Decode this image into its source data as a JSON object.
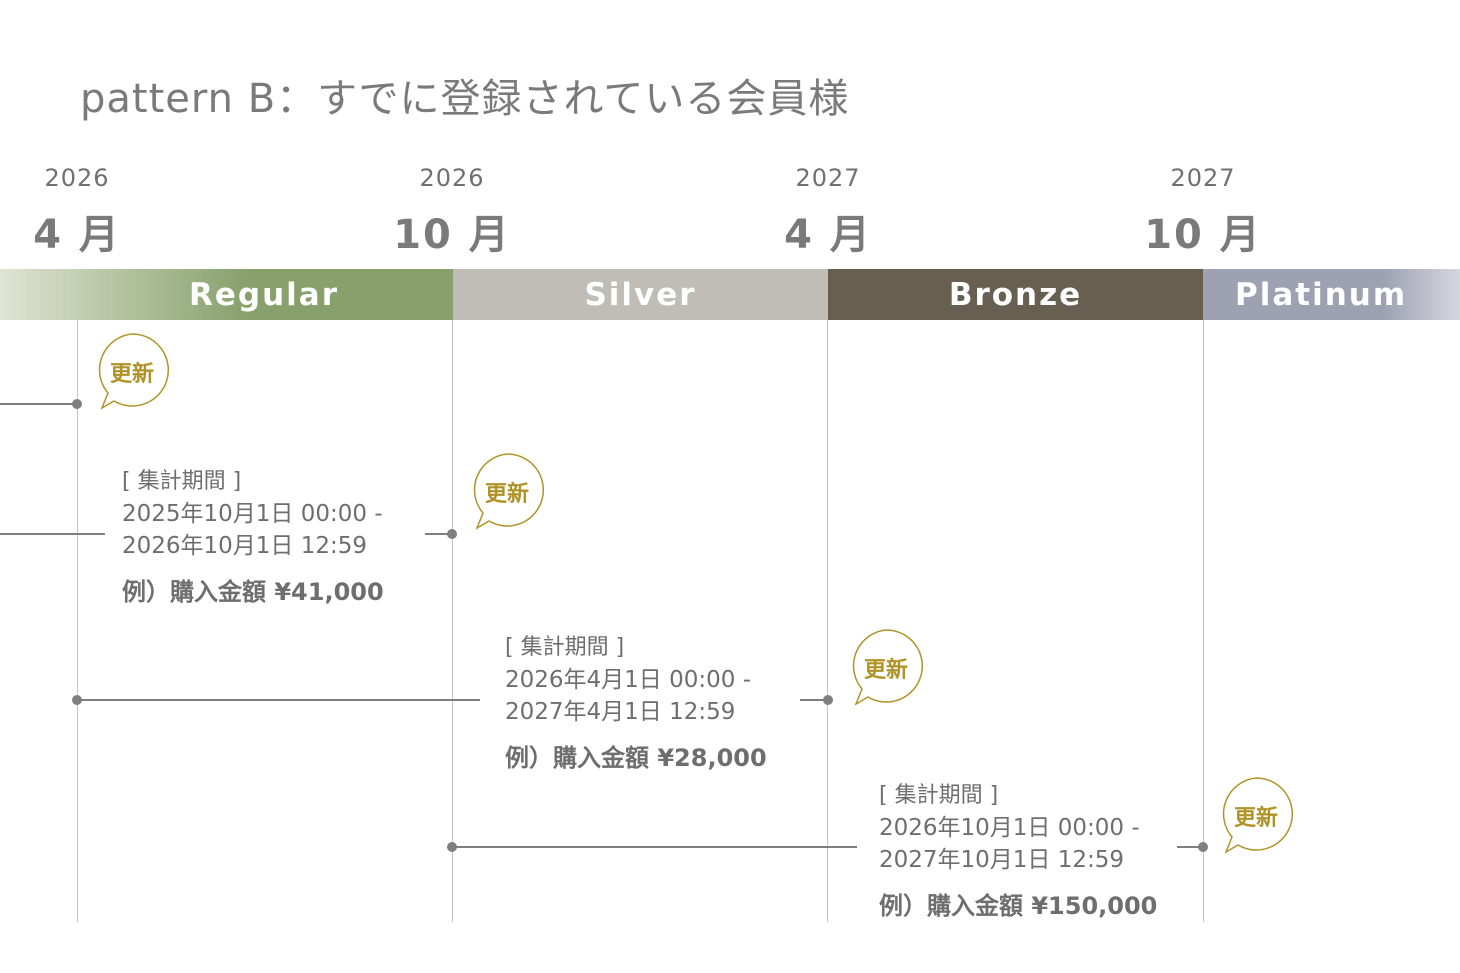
{
  "title": "pattern B：すでに登録されている会員様",
  "columns": [
    {
      "year": "2026",
      "month": "4 月"
    },
    {
      "year": "2026",
      "month": "10 月"
    },
    {
      "year": "2027",
      "month": "4 月"
    },
    {
      "year": "2027",
      "month": "10 月"
    }
  ],
  "tiers": [
    {
      "label": "Regular",
      "color": "#87a06c"
    },
    {
      "label": "Silver",
      "color": "#bfbdb6"
    },
    {
      "label": "Bronze",
      "color": "#675f50"
    },
    {
      "label": "Platinum",
      "color": "#9da1b1"
    }
  ],
  "renewal_label": "更新",
  "renewal_color": "#b09328",
  "periods": [
    {
      "heading": "[ 集計期間 ]",
      "from": "2025年10月1日 00:00 -",
      "to": "2026年10月1日 12:59",
      "amount": "例）購入金額 ¥41,000"
    },
    {
      "heading": "[ 集計期間 ]",
      "from": "2026年4月1日 00:00 -",
      "to": "2027年4月1日 12:59",
      "amount": "例）購入金額 ¥28,000"
    },
    {
      "heading": "[ 集計期間 ]",
      "from": "2026年10月1日 00:00 -",
      "to": "2027年10月1日 12:59",
      "amount": "例）購入金額 ¥150,000"
    }
  ]
}
